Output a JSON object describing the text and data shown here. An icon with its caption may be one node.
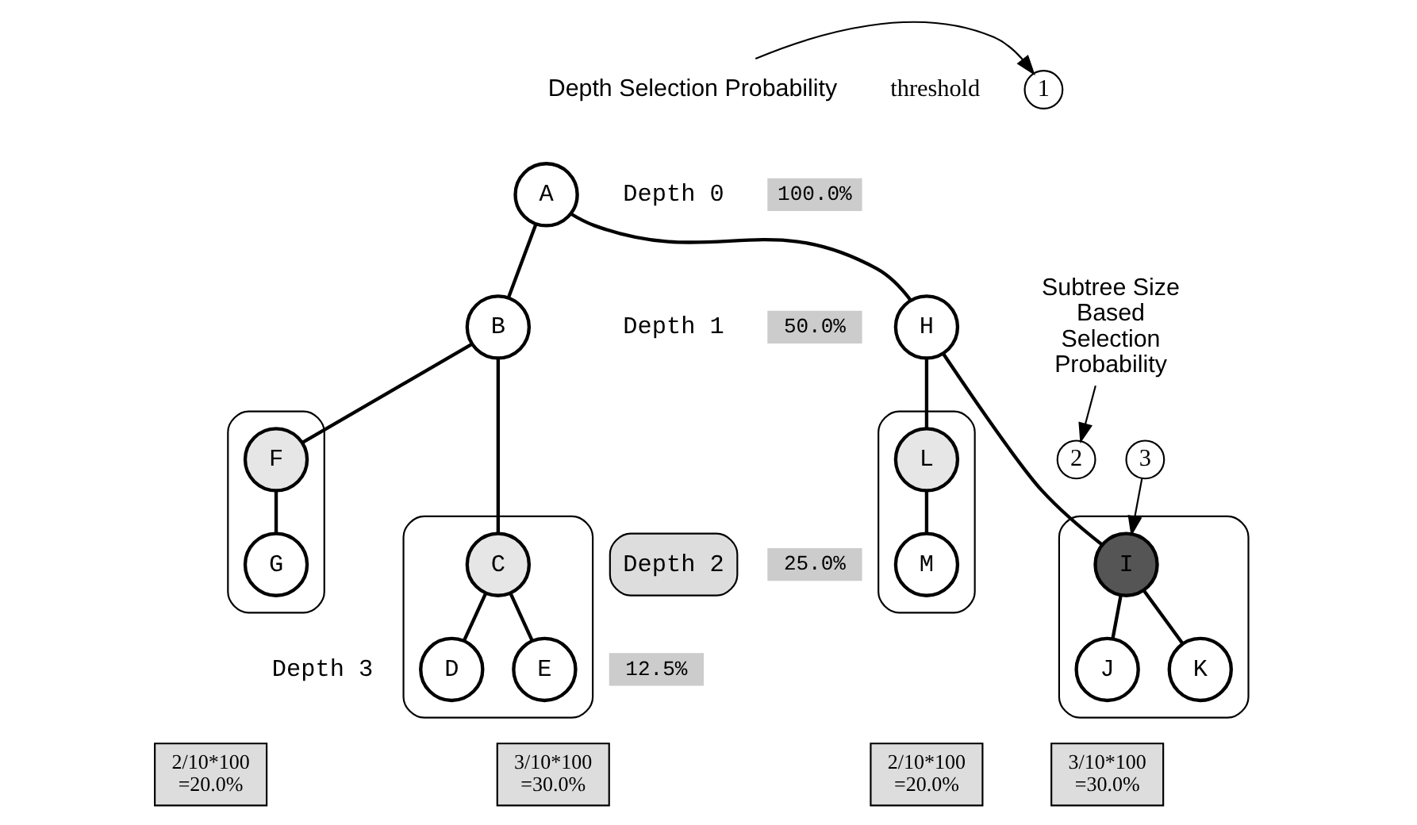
{
  "diagram": {
    "nodes": [
      {
        "text": [
          "1"
        ]
      },
      {
        "text": [
          "Depth Selection Probability"
        ]
      },
      {
        "text": [
          "100.0%"
        ]
      },
      {
        "text": [
          "A"
        ]
      },
      {
        "text": [
          "B"
        ]
      },
      {
        "text": [
          "H"
        ]
      },
      {
        "text": [
          "50.0%"
        ]
      },
      {
        "text": [
          "Subtree Size Based Selection Probability"
        ]
      },
      {
        "text": [
          "Depth 2"
        ]
      },
      {
        "text": [
          "25.0%"
        ]
      },
      {
        "text": [],
        "shape": "box"
      },
      {
        "text": [
          "C"
        ],
        "in": 10
      },
      {
        "text": [],
        "shape": "box"
      },
      {
        "text": [
          "F"
        ],
        "in": 12
      },
      {
        "text": [],
        "shape": "box"
      },
      {
        "text": [
          "3"
        ]
      },
      {
        "text": [
          "I"
        ],
        "in": 14
      },
      {
        "text": [],
        "shape": "box"
      },
      {
        "text": [
          "L"
        ],
        "in": 17
      },
      {
        "text": [
          "2"
        ]
      },
      {
        "text": [
          "D"
        ],
        "in": 10
      },
      {
        "text": [
          "E"
        ],
        "in": 10
      },
      {
        "text": [
          "G"
        ],
        "in": 12
      },
      {
        "text": [
          "J"
        ],
        "in": 14
      },
      {
        "text": [
          "K"
        ],
        "in": 14
      },
      {
        "text": [
          "M"
        ],
        "in": 17
      },
      {
        "text": [
          "12.5%"
        ]
      },
      {
        "text": [
          "3/10*100 =30.0%"
        ]
      },
      {
        "text": [
          "2/10*100 =20.0%"
        ]
      },
      {
        "text": [
          "3/10*100 =30.0%"
        ]
      },
      {
        "text": [
          "2/10*100 =20.0%"
        ]
      }
    ],
    "edges": [
      {
        "from": 1,
        "to": 0,
        "arrow": "to"
      },
      {
        "from": 3,
        "to": 4,
        "arrow": "none"
      },
      {
        "from": 3,
        "to": 5,
        "arrow": "none"
      },
      {
        "from": 4,
        "to": 11,
        "arrow": "none"
      },
      {
        "from": 4,
        "to": 13,
        "arrow": "none"
      },
      {
        "from": 5,
        "to": 16,
        "arrow": "none"
      },
      {
        "from": 5,
        "to": 18,
        "arrow": "none"
      },
      {
        "from": 11,
        "to": 20,
        "arrow": "none"
      },
      {
        "from": 11,
        "to": 21,
        "arrow": "none"
      },
      {
        "from": 13,
        "to": 22,
        "arrow": "none"
      },
      {
        "from": 16,
        "to": 23,
        "arrow": "none"
      },
      {
        "from": 16,
        "to": 24,
        "arrow": "none"
      },
      {
        "from": 18,
        "to": 25,
        "arrow": "none"
      },
      {
        "from": 7,
        "to": 19,
        "arrow": "to"
      },
      {
        "from": 15,
        "to": 16,
        "arrow": "to"
      }
    ],
    "labels": [
      "threshold",
      "Depth 0",
      "Depth 1",
      "Depth 3"
    ]
  }
}
